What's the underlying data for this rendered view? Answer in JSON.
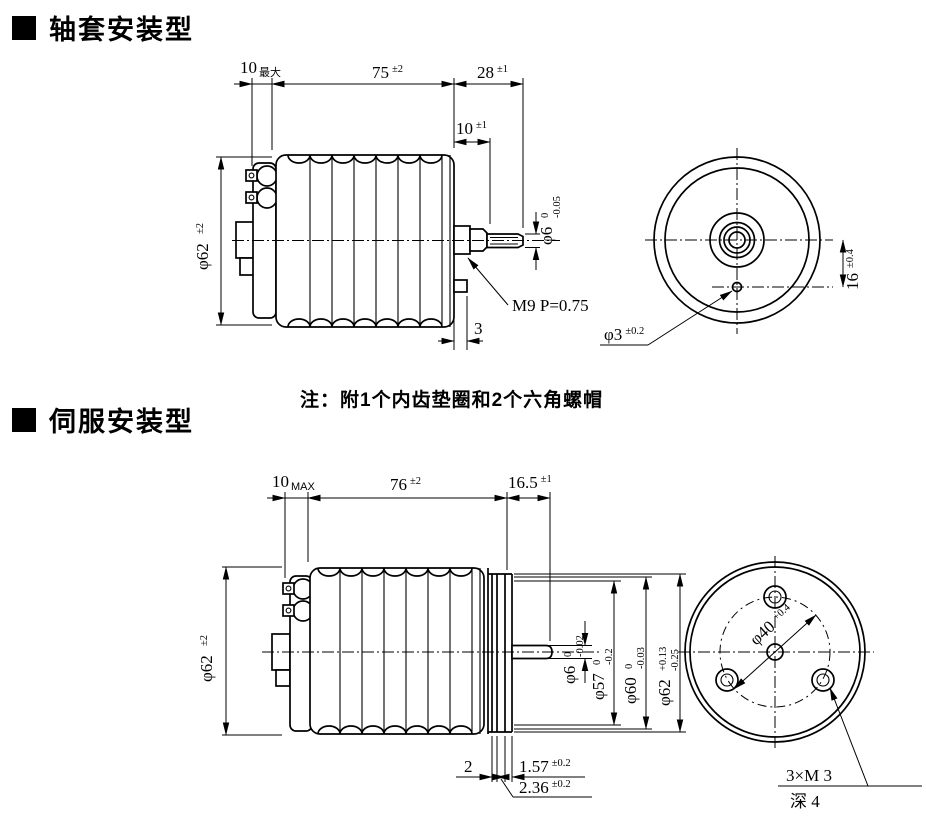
{
  "titles": {
    "bushing": "轴套安装型",
    "servo": "伺服安装型"
  },
  "note": "注：附1个内齿垫圈和2个六角螺帽",
  "colors": {
    "line": "#000000",
    "background": "#ffffff"
  },
  "bushing": {
    "rear_len": {
      "value": "10",
      "unit": "最大"
    },
    "body_len": {
      "value": "75",
      "tol": "±2"
    },
    "shaft_len": {
      "value": "28",
      "tol": "±1"
    },
    "boss_len": {
      "value": "10",
      "tol": "±1"
    },
    "shaft_dia": {
      "value": "φ6",
      "tol_top": "0",
      "tol_bot": "-0.05"
    },
    "body_dia": {
      "value": "φ62",
      "tol": "±2"
    },
    "thread": {
      "value": "M9  P=0.75"
    },
    "tab_width": {
      "value": "3"
    },
    "hole_offset": {
      "value": "16",
      "tol": "±0.4"
    },
    "hole_dia": {
      "value": "φ3",
      "tol": "±0.2"
    }
  },
  "servo": {
    "rear_len": {
      "value": "10",
      "unit": "MAX"
    },
    "body_len": {
      "value": "76",
      "tol": "±2"
    },
    "shaft_len": {
      "value": "16.5",
      "tol": "±1"
    },
    "body_dia": {
      "value": "φ62",
      "tol": "±2"
    },
    "shaft_dia": {
      "value": "φ6",
      "tol_top": "0",
      "tol_bot": "-0.02"
    },
    "pilot_dia": {
      "value": "φ57",
      "tol_top": "0",
      "tol_bot": "-0.2"
    },
    "flange_dia": {
      "value": "φ60",
      "tol_top": "0",
      "tol_bot": "-0.03"
    },
    "rim_dia": {
      "value": "φ62",
      "tol_top": "+0.13",
      "tol_bot": "-0.25"
    },
    "plate_a": {
      "value": "2"
    },
    "plate_b": {
      "value": "1.57",
      "tol": "±0.2"
    },
    "plate_c": {
      "value": "2.36",
      "tol": "±0.2"
    },
    "bolt_circle": {
      "value": "φ40",
      "tol_top": "+0.4"
    },
    "tap": {
      "value": "3×M 3"
    },
    "tap_depth": {
      "value": "深 4"
    }
  }
}
